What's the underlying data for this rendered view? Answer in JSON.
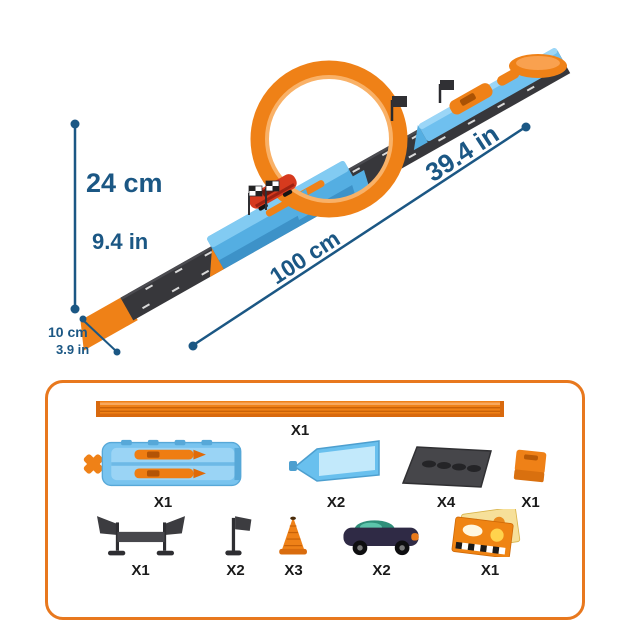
{
  "colors": {
    "accent_orange": "#ef8117",
    "track_blue": "#6fc0ef",
    "dimension_blue": "#1b5784",
    "track_dark": "#37373b",
    "box_border": "#e8781e"
  },
  "dimensions": {
    "height_cm": "24 cm",
    "height_in": "9.4 in",
    "length_in": "39.4 in",
    "length_cm": "100 cm",
    "width_cm": "10 cm",
    "width_in": "3.9 in"
  },
  "parts": {
    "straight_track_qty": "X1",
    "launcher_qty": "X1",
    "ramp_qty": "X2",
    "track_segment_qty": "X4",
    "connector_qty": "X1",
    "start_gate_qty": "X1",
    "flag_qty": "X2",
    "cone_qty": "X3",
    "car_qty": "X2",
    "sticker_qty": "X1"
  }
}
